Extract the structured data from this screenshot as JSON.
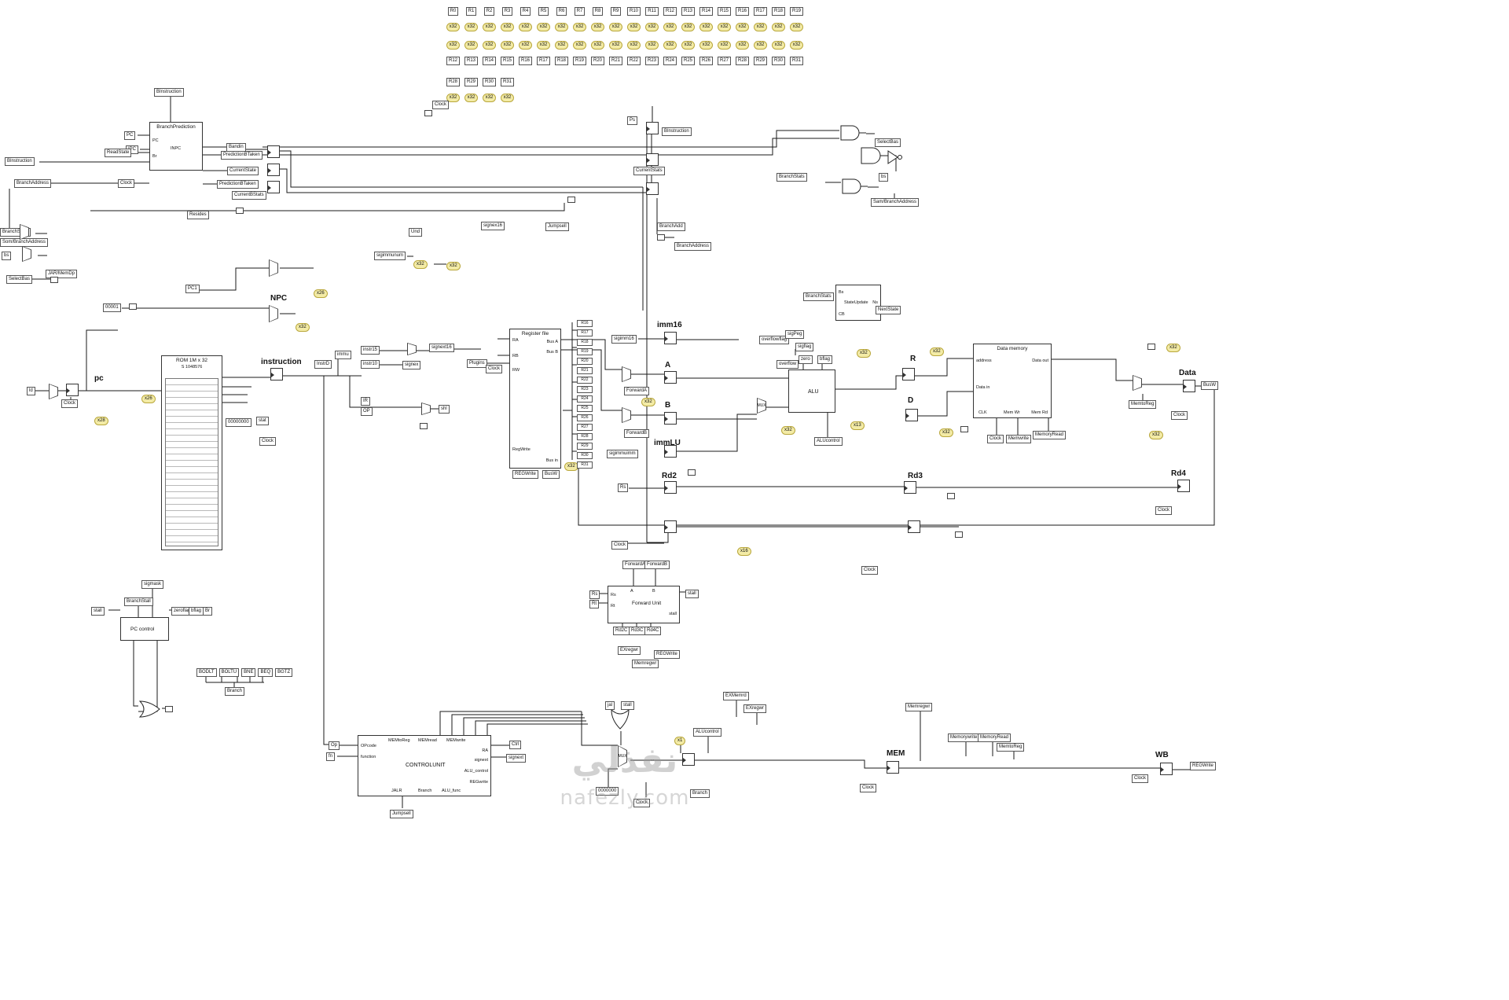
{
  "colors": {
    "highlight": "#f3eba6",
    "wire": "#1a1a1a"
  },
  "watermark": {
    "arabic": "نفذلي",
    "latin": "nafezly.com"
  },
  "top_tags": {
    "clock": "Clock",
    "row1": [
      {
        "t": "R0",
        "b": "x32"
      },
      {
        "t": "R1",
        "b": "x32"
      },
      {
        "t": "R2",
        "b": "x32"
      },
      {
        "t": "R3",
        "b": "x32"
      },
      {
        "t": "R4",
        "b": "x32"
      },
      {
        "t": "R5",
        "b": "x32"
      },
      {
        "t": "R6",
        "b": "x32"
      },
      {
        "t": "R7",
        "b": "x32"
      },
      {
        "t": "R8",
        "b": "x32"
      },
      {
        "t": "R9",
        "b": "x32"
      },
      {
        "t": "R10",
        "b": "x32"
      },
      {
        "t": "R11",
        "b": "x32"
      },
      {
        "t": "R12",
        "b": "x32"
      },
      {
        "t": "R13",
        "b": "x32"
      },
      {
        "t": "R14",
        "b": "x32"
      },
      {
        "t": "R15",
        "b": "x32"
      },
      {
        "t": "R16",
        "b": "x32"
      },
      {
        "t": "R17",
        "b": "x32"
      },
      {
        "t": "R18",
        "b": "x32"
      },
      {
        "t": "R19",
        "b": "x32"
      }
    ],
    "row2": [
      {
        "t": "R12",
        "b": "x32"
      },
      {
        "t": "R13",
        "b": "x32"
      },
      {
        "t": "R14",
        "b": "x32"
      },
      {
        "t": "R15",
        "b": "x32"
      },
      {
        "t": "R16",
        "b": "x32"
      },
      {
        "t": "R17",
        "b": "x32"
      },
      {
        "t": "R18",
        "b": "x32"
      },
      {
        "t": "R19",
        "b": "x32"
      },
      {
        "t": "R20",
        "b": "x32"
      },
      {
        "t": "R21",
        "b": "x32"
      },
      {
        "t": "R22",
        "b": "x32"
      },
      {
        "t": "R23",
        "b": "x32"
      },
      {
        "t": "R24",
        "b": "x32"
      },
      {
        "t": "R25",
        "b": "x32"
      },
      {
        "t": "R26",
        "b": "x32"
      },
      {
        "t": "R27",
        "b": "x32"
      },
      {
        "t": "R28",
        "b": "x32"
      },
      {
        "t": "R29",
        "b": "x32"
      },
      {
        "t": "R30",
        "b": "x32"
      },
      {
        "t": "R31",
        "b": "x32"
      }
    ],
    "row3": [
      {
        "t": "R28",
        "b": "x32"
      },
      {
        "t": "R29",
        "b": "x32"
      },
      {
        "t": "R30",
        "b": "x32"
      },
      {
        "t": "R31",
        "b": "x32"
      }
    ]
  },
  "bp": {
    "feed": "BInstruction",
    "title": "BranchPrediction",
    "inpc": "INPC",
    "pc": "PC",
    "br": "Br",
    "t_pc": "PC",
    "t_ipc": "IPC",
    "t_binstruction": "BInstruction",
    "t_readstate": "ReadState",
    "t_branchaddress": "BranchAddress",
    "t_clock": "Clock",
    "t_bandin": "Bandin",
    "t_pred1": "PredictionBTaken",
    "t_current": "CurrentState",
    "t_pred2": "PredictionBTaken",
    "reg_label": "CurrentBStats"
  },
  "tr": {
    "selectbas": "SelectBas",
    "bs": "bs",
    "branchstats": "BranchStats",
    "jumaddr": "Sam/BranchAddress"
  },
  "su": {
    "title": "StateUpdate",
    "bs": "Bs",
    "cb": "CB",
    "ns": "Ns",
    "t_branchstats": "BranchStats",
    "t_nextstate": "NextState"
  },
  "mid": {
    "ps": "Ps",
    "binstruction": "BInstruction",
    "currentstats": "CurrentStats",
    "branchadd": "BranchAdd",
    "branchaddress": "BranchAddress"
  },
  "npc": {
    "label": "NPC",
    "pc1": "PC1",
    "const1": "00001",
    "b26": "x26",
    "b32": "x32",
    "resides": "Resides"
  },
  "left": {
    "branchstats": "BranchStats",
    "somaddr": "Som/BranchAddress",
    "bs": "bs",
    "selectbas": "SelectBas",
    "jar": "JAR/MemDp"
  },
  "pc": {
    "label": "pc",
    "clock": "Clock",
    "ld": "ld",
    "b28": "x28",
    "b26": "x26"
  },
  "rom": {
    "title": "ROM 1M x 32",
    "s": "S",
    "size": "1048576",
    "const0": "00000000"
  },
  "instr": {
    "label": "instruction",
    "d": "InstrD",
    "clock": "Clock",
    "stat": "stat"
  },
  "dec": {
    "immu": "immu",
    "instr15": "instr15",
    "instr10": "instr10",
    "signext16": "signext16",
    "signex": "signex",
    "plugins": "Plugins",
    "ir": "IR",
    "op": "OP",
    "shl": "shl",
    "und": "Und",
    "sigimmunum": "sigimmunum",
    "b32a": "x32",
    "b32b": "x32",
    "signex16": "signex16",
    "jumpsell": "Jumpsell"
  },
  "rf": {
    "title": "Register file",
    "ra": "RA",
    "rb": "RB",
    "rw": "RW",
    "busa": "Bus A",
    "busb": "Bus B",
    "regwrite": "RegWrite",
    "busin": "Bus in",
    "clock": "Clock",
    "t_regwrite": "REGWrite",
    "t_busw": "BusW",
    "b32": "x32",
    "outputs": [
      "R16",
      "R17",
      "R18",
      "R19",
      "R20",
      "R21",
      "R22",
      "R23",
      "R24",
      "R25",
      "R26",
      "R27",
      "R28",
      "R29",
      "R30",
      "R31"
    ]
  },
  "ex": {
    "imm16": "imm16",
    "a": "A",
    "b": "B",
    "immlu": "immLU",
    "rd2": "Rd2",
    "sigimm16": "sigimm16",
    "sigimmuimm": "sigimmuimm",
    "fwda": "ForwardA",
    "fwdb": "ForwardB",
    "rs": "Rs",
    "clock": "Clock",
    "b32": "x32",
    "b16": "x16"
  },
  "alu": {
    "title": "ALU",
    "mux": "MUX",
    "overflowflag": "overflowflag",
    "sigpeg": "sigPeg",
    "overflow": "overflow",
    "sigflag": "sigflag",
    "zero": "zero",
    "bflag": "bflag",
    "control": "ALUcontrol",
    "b32a": "x32",
    "b32b": "x32",
    "b13": "x13"
  },
  "m1": {
    "r": "R",
    "d": "D",
    "title": "Data memory",
    "address": "address",
    "datain": "Data in",
    "dataout": "Data out",
    "clk": "CLK",
    "memwr": "Mem Wr",
    "memrd": "Mem Rd",
    "t_clock": "Clock",
    "t_memwrite": "Memwrite",
    "t_memoryread": "MemoryRead",
    "b32a": "x32",
    "b32b": "x32"
  },
  "out": {
    "data": "Data",
    "memtoreg": "MemtoReg",
    "clock": "Clock",
    "busw": "BusW",
    "b32a": "x32",
    "b32b": "x32"
  },
  "rd": {
    "rd3": "Rd3",
    "rd4": "Rd4",
    "clock3": "Clock",
    "clock4": "Clock"
  },
  "fw": {
    "title": "Forward Unit",
    "rs": "Rs",
    "rt": "Rt",
    "a": "A",
    "b": "B",
    "stall": "stall",
    "t_rs": "Rs",
    "t_rt": "Rt",
    "t_stall": "stall",
    "t_fwda": "ForwardA",
    "t_fwdb": "ForwardB",
    "rd2c": "Rd2C",
    "rd3c": "Rd3C",
    "rd4c": "Rd4C",
    "exregwr": "EXregwr",
    "memregwr": "Memregwr",
    "regwrite": "REGWrite"
  },
  "pcc": {
    "title": "PC control",
    "sigmask": "sigmask",
    "branchstall": "BranchStall",
    "stall": "stall",
    "zeroflag": "zeroflag",
    "bflag": "bflag",
    "br": "Br"
  },
  "br": {
    "items": [
      "BODLT",
      "BOLTU",
      "BNE",
      "BEQ",
      "BGTZ"
    ],
    "out": "Branch"
  },
  "cu": {
    "title": "CONTROLUNIT",
    "opcode": "OPcode",
    "func": "function",
    "memtoreg": "MEMtoReg",
    "memread": "MEMread",
    "memwrite": "MEMwrite",
    "ra": "RA",
    "signext": "signext",
    "aluctl": "ALU_control",
    "regwrite": "REGwrite",
    "jalr": "JALR",
    "branch": "Branch",
    "alufunc": "ALU_func",
    "t_op": "Op",
    "t_fn": "fn",
    "t_ctrl": "Ctrl",
    "t_signext": "signext",
    "jumpsell": "Jumpsell"
  },
  "bm": {
    "jal": "jal",
    "stall": "stall",
    "mux": "MUX",
    "const0": "0000000",
    "aluctl": "ALUcontrol",
    "clock": "Clock",
    "branch": "Branch",
    "exmemrd": "EXMemrd",
    "exregwr": "EXregwr",
    "b1": "x1"
  },
  "ms": {
    "label": "MEM",
    "clock": "Clock",
    "memregwr": "Memregwr",
    "memorywrite": "Memorywrite",
    "memoryread": "MemoryRead",
    "memtoreg": "MemtoReg"
  },
  "wb": {
    "label": "WB",
    "clock": "Clock",
    "regwrite": "REGWrite"
  }
}
